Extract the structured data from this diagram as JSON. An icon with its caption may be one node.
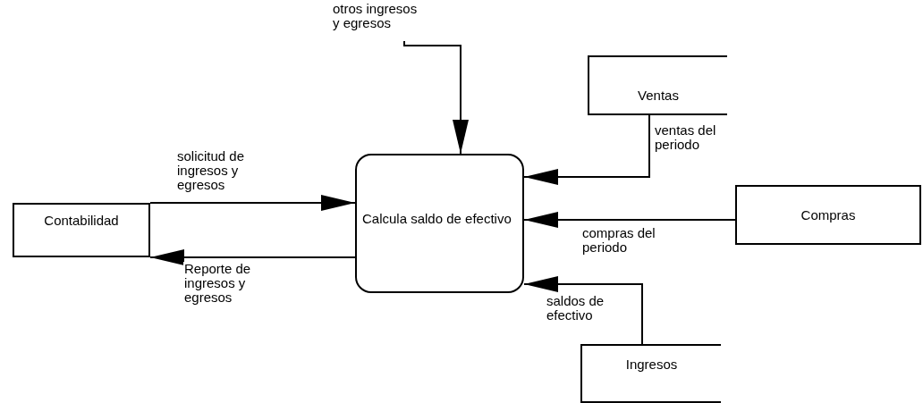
{
  "diagram": {
    "nodes": [
      {
        "text": [
          "Contabilidad"
        ]
      },
      {
        "text": [
          "Calcula saldo de efectivo"
        ]
      },
      {
        "text": [
          "otros ingresos y egresos"
        ]
      },
      {
        "text": [
          "Ventas"
        ]
      },
      {
        "text": [
          "Compras"
        ]
      },
      {
        "text": [
          "Ingresos"
        ]
      }
    ],
    "edges": [
      {
        "from": 0,
        "to": 1,
        "arrow": "to",
        "label": "solicitud de ingresos y egresos"
      },
      {
        "from": 1,
        "to": 0,
        "arrow": "to",
        "label": "Reporte de ingresos y egresos"
      },
      {
        "from": 2,
        "to": 1,
        "arrow": "to"
      },
      {
        "from": 3,
        "to": 1,
        "arrow": "to",
        "label": "ventas del periodo"
      },
      {
        "from": 4,
        "to": 1,
        "arrow": "to",
        "label": "compras del periodo"
      },
      {
        "from": 5,
        "to": 1,
        "arrow": "to",
        "label": "saldos de efectivo"
      }
    ]
  }
}
